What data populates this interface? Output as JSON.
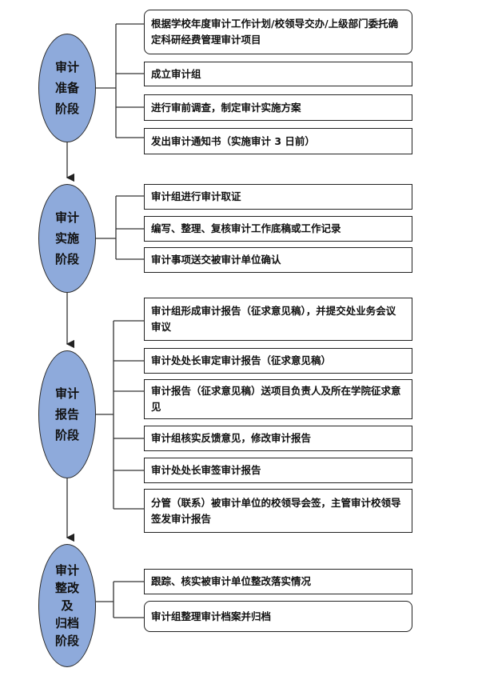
{
  "stages": [
    {
      "label": "审计\n准备\n阶段",
      "steps": [
        "根据学校年度审计工作计划/校领导交办/上级部门委托确定科研经费管理审计项目",
        "成立审计组",
        "进行审前调查，制定审计实施方案",
        "发出审计通知书（实施审计 3 日前）"
      ]
    },
    {
      "label": "审计\n实施\n阶段",
      "steps": [
        "审计组进行审计取证",
        "编写、整理、复核审计工作底稿或工作记录",
        "审计事项送交被审计单位确认"
      ]
    },
    {
      "label": "审计\n报告\n阶段",
      "steps": [
        "审计组形成审计报告（征求意见稿），并提交处业务会议审议",
        "审计处处长审定审计报告（征求意见稿）",
        "审计报告（征求意见稿）送项目负责人及所在学院征求意见",
        "审计组核实反馈意见，修改审计报告",
        "审计处处长审签审计报告",
        "分管（联系）被审计单位的校领导会签，主管审计校领导签发审计报告"
      ]
    },
    {
      "label": "审计\n整改\n及\n归档\n阶段",
      "steps": [
        "跟踪、核实被审计单位整改落实情况",
        "审计组整理审计档案并归档"
      ]
    }
  ],
  "colors": {
    "stage_fill": "#8eaadb",
    "line": "#333333"
  }
}
